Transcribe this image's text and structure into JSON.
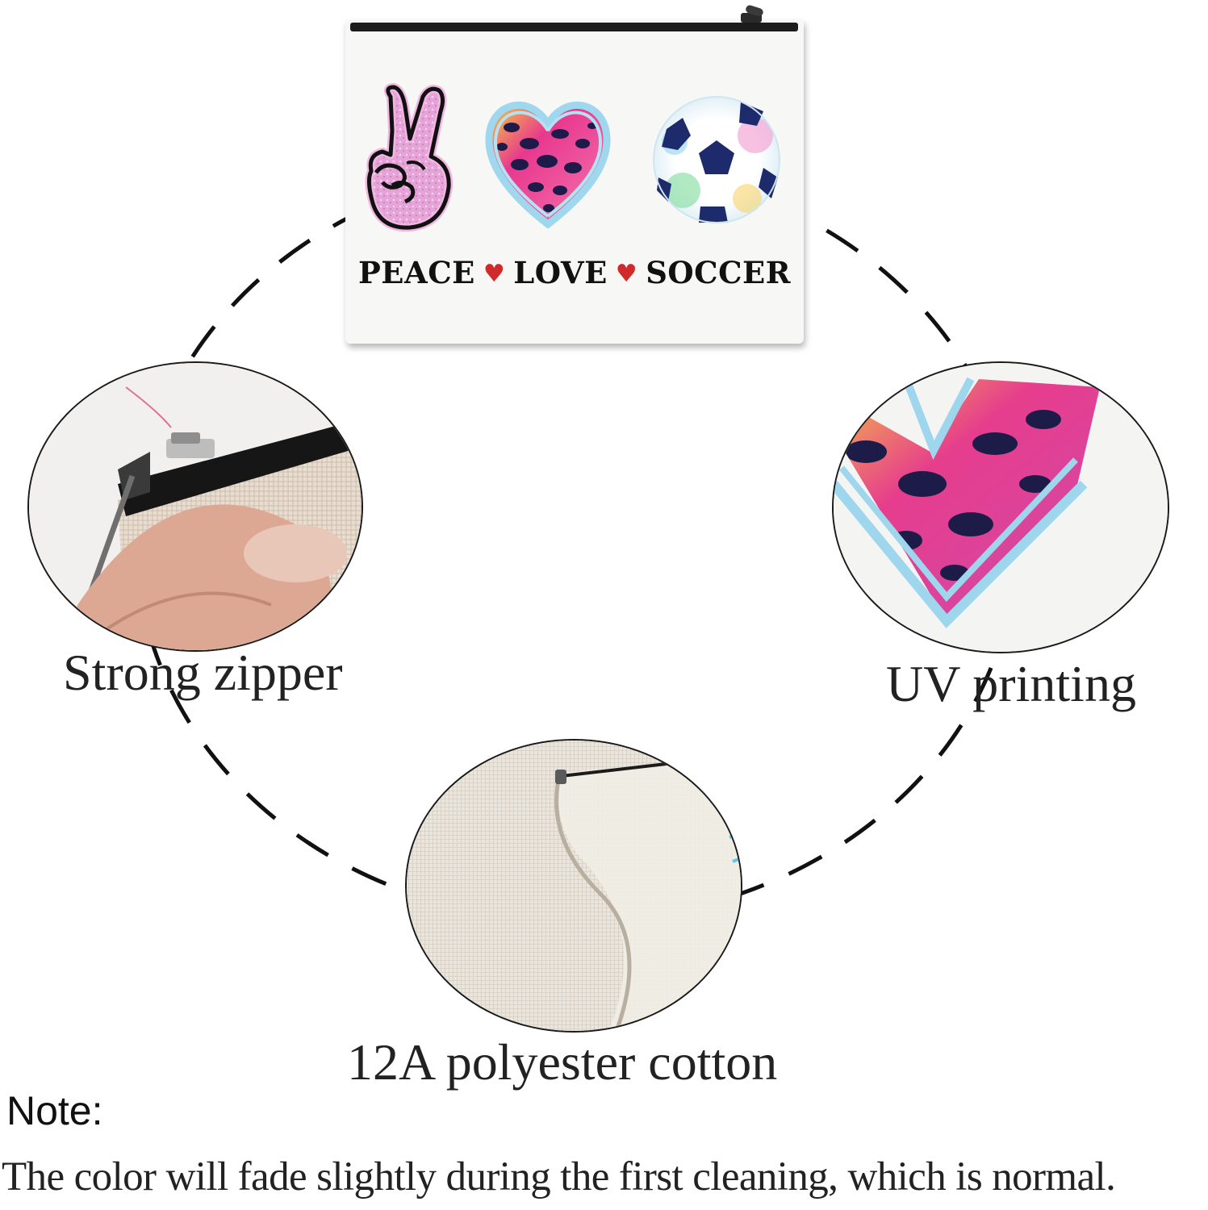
{
  "pouch": {
    "title_words": [
      "PEACE",
      "LOVE",
      "SOCCER"
    ],
    "separator_icon": "heart-icon",
    "graphics": [
      "peace-hand-icon",
      "leopard-heart-icon",
      "soccer-ball-icon"
    ],
    "colors": {
      "separator": "#d02a2a",
      "text": "#111111"
    }
  },
  "features": [
    {
      "caption": "Strong zipper",
      "photo": "zipper-closeup"
    },
    {
      "caption": "UV printing",
      "photo": "print-closeup"
    },
    {
      "caption": "12A polyester cotton",
      "photo": "fabric-closeup"
    }
  ],
  "note": {
    "heading": "Note:",
    "text": "The color will fade slightly during the first cleaning, which is normal."
  }
}
